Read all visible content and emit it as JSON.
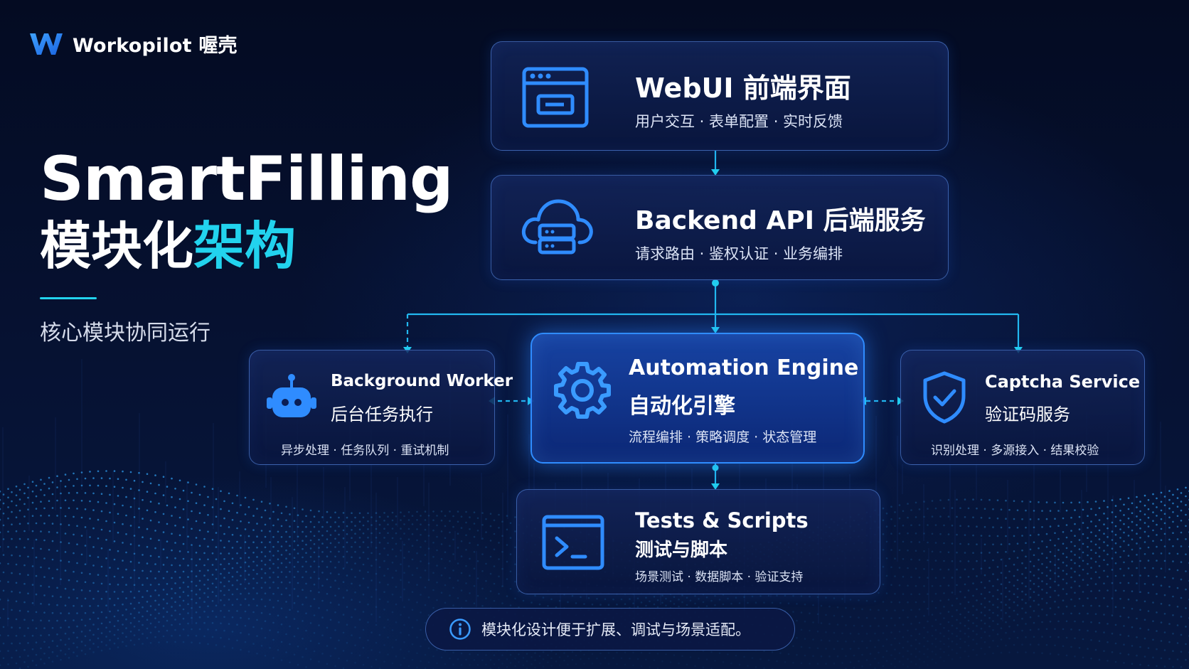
{
  "brand": {
    "name": "Workopilot 喔壳"
  },
  "hero": {
    "title": "SmartFilling",
    "subtitle_prefix": "模块化",
    "subtitle_accent": "架构",
    "tagline": "核心模块协同运行"
  },
  "modules": {
    "webui": {
      "title": "WebUI  前端界面",
      "desc": "用户交互 · 表单配置 · 实时反馈",
      "icon": "browser-window-icon"
    },
    "backend": {
      "title": "Backend API  后端服务",
      "desc": "请求路由 · 鉴权认证 · 业务编排",
      "icon": "cloud-server-icon"
    },
    "engine": {
      "title_en": "Automation Engine",
      "title_zh": "自动化引擎",
      "desc": "流程编排 · 策略调度 · 状态管理",
      "icon": "gear-icon"
    },
    "worker": {
      "title_en": "Background Worker",
      "title_zh": "后台任务执行",
      "desc": "异步处理 · 任务队列 · 重试机制",
      "icon": "robot-icon"
    },
    "captcha": {
      "title_en": "Captcha Service",
      "title_zh": "验证码服务",
      "desc": "识别处理 · 多源接入 · 结果校验",
      "icon": "shield-check-icon"
    },
    "tests": {
      "title_en": "Tests & Scripts",
      "title_zh": "测试与脚本",
      "desc": "场景测试 · 数据脚本 · 验证支持",
      "icon": "terminal-icon"
    }
  },
  "note": {
    "text": "模块化设计便于扩展、调试与场景适配。",
    "icon": "info-icon"
  },
  "colors": {
    "accent": "#22d3ee",
    "primary": "#2f8cff",
    "background": "#061233"
  }
}
